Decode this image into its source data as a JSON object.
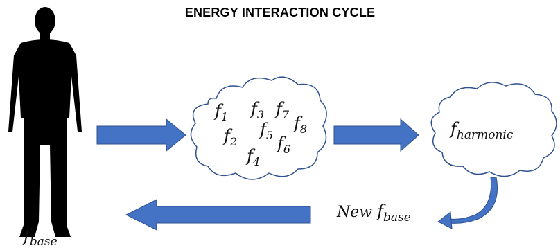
{
  "title": "ENERGY INTERACTION CYCLE",
  "person_label": {
    "main": "f",
    "sub": "base"
  },
  "cloud_frequencies": [
    {
      "main": "f",
      "sub": "1"
    },
    {
      "main": "f",
      "sub": "2"
    },
    {
      "main": "f",
      "sub": "3"
    },
    {
      "main": "f",
      "sub": "4"
    },
    {
      "main": "f",
      "sub": "5"
    },
    {
      "main": "f",
      "sub": "6"
    },
    {
      "main": "f",
      "sub": "7"
    },
    {
      "main": "f",
      "sub": "8"
    }
  ],
  "harmonic_label": {
    "main": "f",
    "sub": "harmonic"
  },
  "new_base_label": {
    "prefix": "New ",
    "main": "f",
    "sub": "base"
  },
  "colors": {
    "arrow": "#4472C4",
    "arrow_border": "#2F528F",
    "silhouette": "#000000"
  }
}
